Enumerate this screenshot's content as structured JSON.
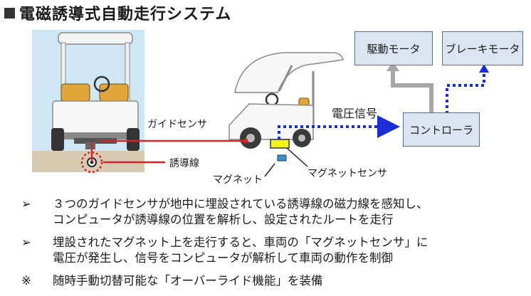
{
  "title": "電磁誘導式自動走行システム",
  "boxes": {
    "drive_motor": "駆動モータ",
    "brake_motor": "ブレーキモータ",
    "controller": "コントローラ"
  },
  "labels": {
    "voltage_signal": "電圧信号",
    "guide_sensor": "ガイドセンサ",
    "induction_wire": "誘導線",
    "magnet": "マグネット",
    "magnet_sensor": "マグネットセンサ"
  },
  "bullets": [
    {
      "marker": "➢",
      "lines": [
        "３つのガイドセンサが地中に埋設されている誘導線の磁力線を感知し、",
        "コンピュータが誘導線の位置を解析し、設定されたルートを走行"
      ]
    },
    {
      "marker": "➢",
      "lines": [
        "埋設されたマグネット上を走行すると、車両の「マグネットセンサ」に",
        "電圧が発生し、信号をコンピュータが解析して車両の動作を制御"
      ]
    },
    {
      "marker": "※",
      "lines": [
        "随時手動切替可能な「オーバーライド機能」を装備"
      ]
    }
  ],
  "colors": {
    "box_fill": "#dce5ef",
    "box_border": "#5a6f86",
    "signal_blue": "#1a2ed6",
    "gray_arrow": "#a6a6a6",
    "sensor_red": "#d8232a",
    "ground": "#d9cbb1"
  }
}
